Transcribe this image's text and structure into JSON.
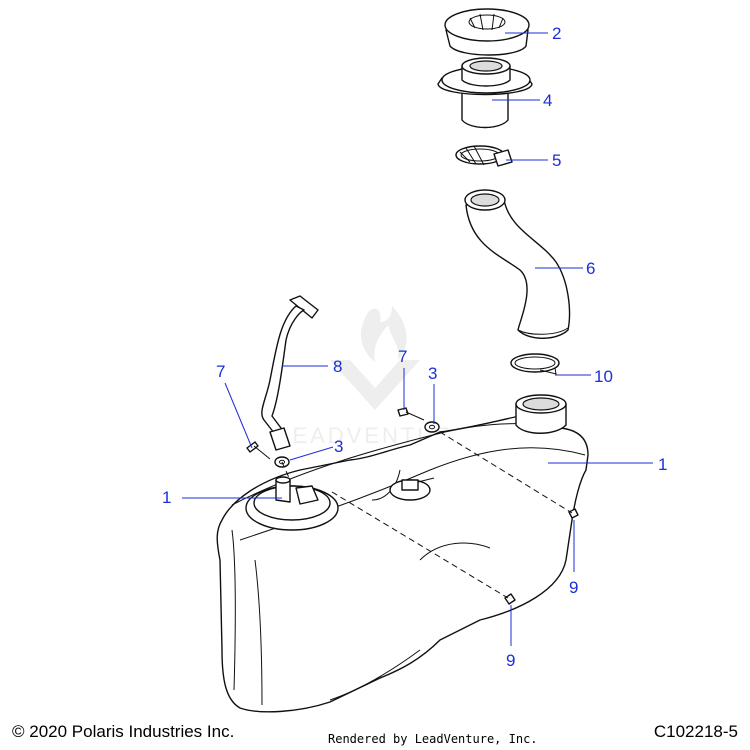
{
  "callouts": [
    {
      "id": "cap",
      "label": "2"
    },
    {
      "id": "filler-neck",
      "label": "4"
    },
    {
      "id": "clamp-small",
      "label": "5"
    },
    {
      "id": "fill-hose",
      "label": "6"
    },
    {
      "id": "clamp-large",
      "label": "10"
    },
    {
      "id": "tank-right",
      "label": "1"
    },
    {
      "id": "tank-left",
      "label": "1"
    },
    {
      "id": "vent-line",
      "label": "8"
    },
    {
      "id": "bolt-left",
      "label": "7"
    },
    {
      "id": "bolt-mid",
      "label": "7"
    },
    {
      "id": "washer-left",
      "label": "3"
    },
    {
      "id": "washer-mid",
      "label": "3"
    },
    {
      "id": "nut-right",
      "label": "9"
    },
    {
      "id": "nut-bottom",
      "label": "9"
    }
  ],
  "footer": {
    "copyright": "© 2020 Polaris Industries Inc.",
    "rendered": "Rendered by LeadVenture, Inc.",
    "part_number": "C102218-5"
  },
  "watermark": "LEADVENTURE",
  "colors": {
    "callout": "#1b2fd6",
    "line": "#111111"
  }
}
